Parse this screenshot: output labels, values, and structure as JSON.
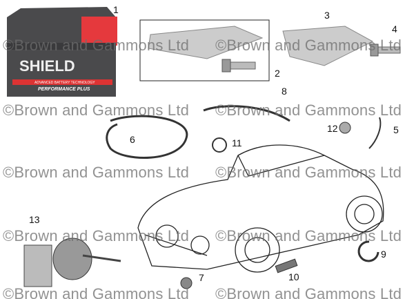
{
  "watermark": "©Brown and Gammons Ltd",
  "battery": {
    "brand": "SHIELD",
    "tagline": "ADVANCED BATTERY TECHNOLOGY",
    "series": "PERFORMANCE PLUS"
  },
  "callouts": [
    "1",
    "2",
    "3",
    "4",
    "5",
    "6",
    "7",
    "8",
    "9",
    "10",
    "11",
    "12",
    "13"
  ],
  "colors": {
    "battery_red": "#e5393d",
    "battery_body": "#4a4a4c",
    "metal": "#c9c9c9"
  }
}
